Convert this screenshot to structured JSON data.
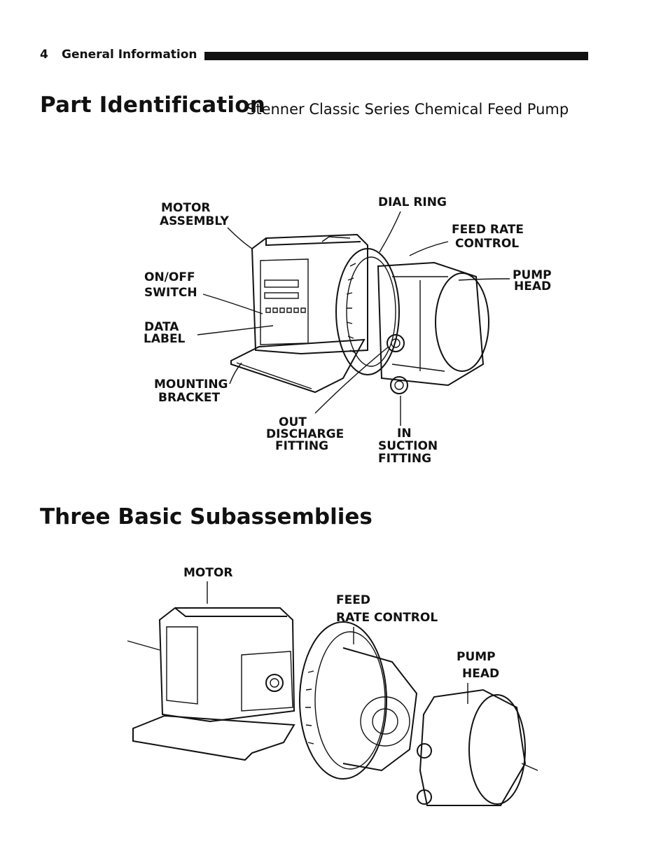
{
  "header": {
    "page_number": "4",
    "section": "General Information"
  },
  "part_identification": {
    "title": "Part Identification",
    "subtitle": "Stenner Classic Series Chemical Feed Pump",
    "labels": {
      "motor_assembly_1": "MOTOR",
      "motor_assembly_2": "ASSEMBLY",
      "dial_ring": "DIAL RING",
      "feed_rate_1": "FEED RATE",
      "feed_rate_2": "CONTROL",
      "pump_head_1": "PUMP",
      "pump_head_2": "HEAD",
      "on_off_1": "ON/OFF",
      "on_off_2": "SWITCH",
      "data_label_1": "DATA",
      "data_label_2": "LABEL",
      "mounting_1": "MOUNTING",
      "mounting_2": "BRACKET",
      "out_1": "OUT",
      "out_2": "DISCHARGE",
      "out_3": "FITTING",
      "in_1": "IN",
      "in_2": "SUCTION",
      "in_3": "FITTING"
    }
  },
  "subassemblies": {
    "title": "Three Basic Subassemblies",
    "labels": {
      "motor": "MOTOR",
      "feed_1": "FEED",
      "feed_2": "RATE CONTROL",
      "pump_1": "PUMP",
      "pump_2": "HEAD"
    }
  }
}
